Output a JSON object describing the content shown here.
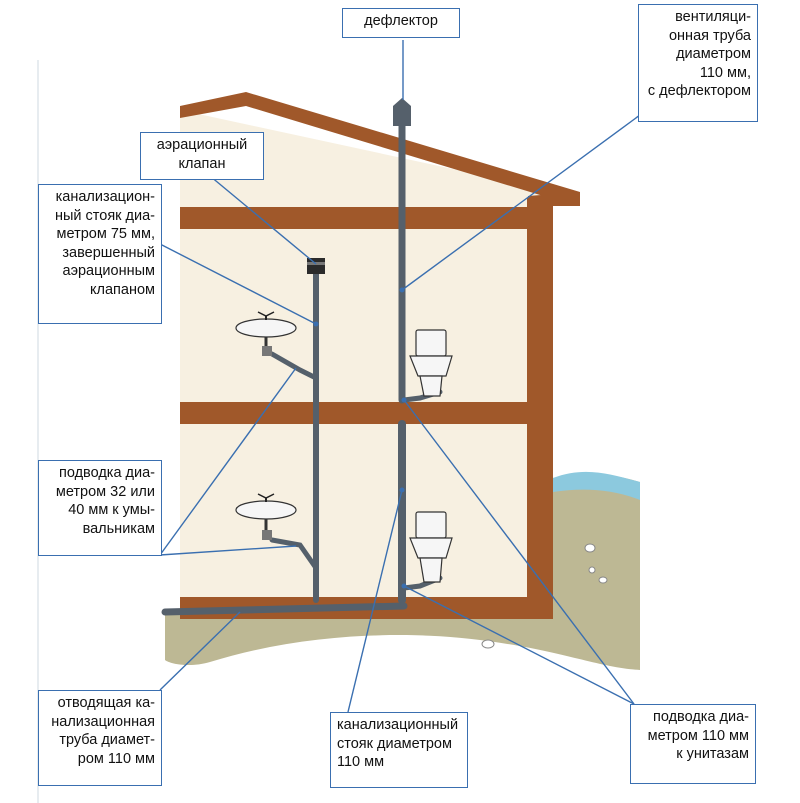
{
  "labels": {
    "deflector": "дефлектор",
    "vent_pipe": "вентиляци-\nонная труба\nдиаметром\n110 мм,\nс дефлектором",
    "aeration_valve": "аэрационный\nклапан",
    "riser_75": "канализацион-\nный стояк диа-\nметром 75 мм,\nзавершенный\nаэрационным\nклапаном",
    "supply_sinks": "подводка диа-\nметром 32 или\n40 мм к умы-\nвальникам",
    "outlet_pipe": "отводящая ка-\nнализационная\nтруба диамет-\nром 110 мм",
    "riser_110": "канализационный\nстояк диаметром\n110 мм",
    "supply_toilets": "подводка диа-\nметром 110 мм\nк унитазам"
  },
  "colors": {
    "wall": "#f7f0e1",
    "beam": "#a0582a",
    "pipe": "#55606b",
    "leader": "#3a6fb0",
    "ground": "#bdb894",
    "water": "#8cc9de",
    "fixture": "#f6f6f6"
  },
  "icons": [
    "deflector-icon",
    "aeration-valve-icon",
    "sink-icon",
    "toilet-icon",
    "pipe-icon"
  ]
}
